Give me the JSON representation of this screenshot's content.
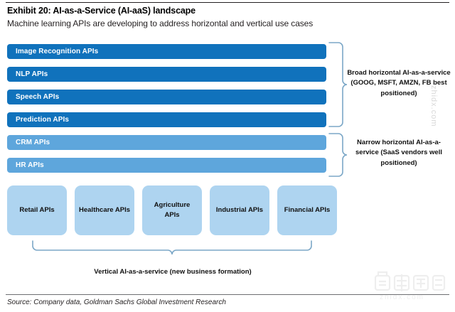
{
  "header": {
    "title": "Exhibit 20: AI-as-a-Service (AI-aaS) landscape",
    "subtitle": "Machine learning APIs are developing to address horizontal and vertical use cases"
  },
  "diagram": {
    "horizontal_bars": [
      {
        "label": "Image Recognition APIs",
        "group": "broad",
        "color": "#1072bc"
      },
      {
        "label": "NLP APIs",
        "group": "broad",
        "color": "#1072bc"
      },
      {
        "label": "Speech APIs",
        "group": "broad",
        "color": "#1072bc"
      },
      {
        "label": "Prediction APIs",
        "group": "broad",
        "color": "#1072bc"
      },
      {
        "label": "CRM APIs",
        "group": "narrow",
        "color": "#5ea6dc"
      },
      {
        "label": "HR APIs",
        "group": "narrow",
        "color": "#5ea6dc"
      }
    ],
    "vertical_cards": [
      {
        "label": "Retail APIs",
        "color": "#aed4f0"
      },
      {
        "label": "Healthcare APIs",
        "color": "#aed4f0"
      },
      {
        "label": "Agriculture APIs",
        "color": "#aed4f0"
      },
      {
        "label": "Industrial APIs",
        "color": "#aed4f0"
      },
      {
        "label": "Financial APIs",
        "color": "#aed4f0"
      }
    ],
    "annotations": {
      "broad": "Broad horizontal AI-as-a-service (GOOG, MSFT, AMZN, FB best positioned)",
      "narrow": "Narrow horizontal AI-as-a-service (SaaS vendors well positioned)",
      "vertical": "Vertical AI-as-a-service (new business formation)"
    },
    "brace_color": "#7ba7c7"
  },
  "source": {
    "text": "Source: Company data, Goldman Sachs Global Investment Research"
  },
  "watermark": {
    "text": "zhidx.com"
  }
}
